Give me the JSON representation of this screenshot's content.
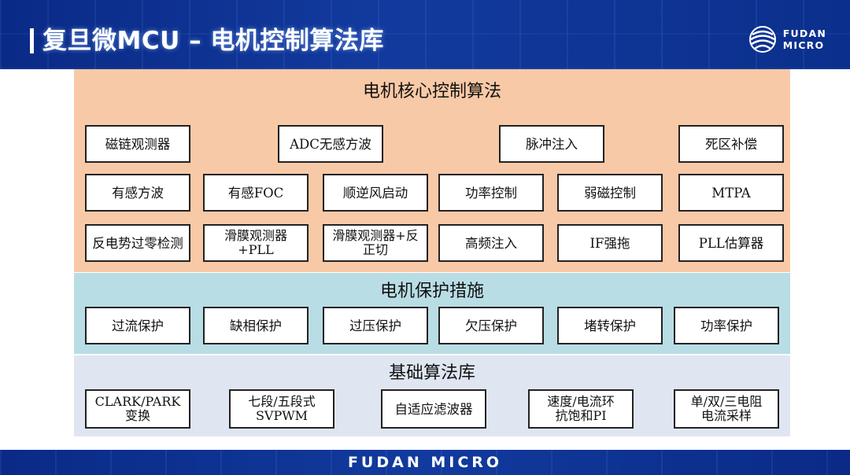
{
  "header": {
    "title": "复旦微MCU – 电机控制算法库",
    "logo_line1": "FUDAN",
    "logo_line2": "MICRO"
  },
  "sections": {
    "core": {
      "title": "电机核心控制算法",
      "row1": [
        "磁链观测器",
        "ADC无感方波",
        "脉冲注入",
        "死区补偿"
      ],
      "row2": [
        "有感方波",
        "有感FOC",
        "顺逆风启动",
        "功率控制",
        "弱磁控制",
        "MTPA"
      ],
      "row3": [
        "反电势过零检测",
        "滑膜观测器\n+PLL",
        "滑膜观测器+反\n正切",
        "高频注入",
        "IF强拖",
        "PLL估算器"
      ]
    },
    "protect": {
      "title": "电机保护措施",
      "items": [
        "过流保护",
        "缺相保护",
        "过压保护",
        "欠压保护",
        "堵转保护",
        "功率保护"
      ]
    },
    "base": {
      "title": "基础算法库",
      "items": [
        "CLARK/PARK\n变换",
        "七段/五段式\nSVPWM",
        "自适应滤波器",
        "速度/电流环\n抗饱和PI",
        "单/双/三电阻\n电流采样"
      ]
    }
  },
  "footer": {
    "brand": "FUDAN MICRO"
  },
  "colors": {
    "header_blue": "#0b2f8c",
    "core_bg": "#f8c9a6",
    "protect_bg": "#b9dde5",
    "base_bg": "#dfe6f1"
  }
}
